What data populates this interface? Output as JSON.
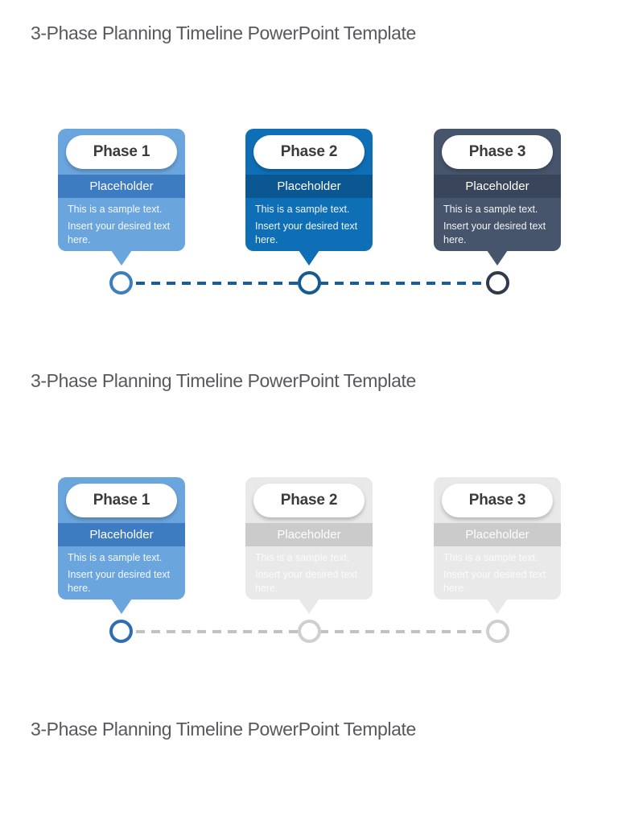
{
  "document": {
    "kind": "powerpoint-template-preview",
    "background": "#ffffff"
  },
  "colors": {
    "title_text": "#58595b",
    "phase1_body": "#6BA5DD",
    "phase1_band": "#3D7CC0",
    "phase2_body": "#0E6FB7",
    "phase2_band": "#0B5791",
    "phase3_body": "#47556C",
    "phase3_band": "#39455A",
    "inactive_card_body": "#E9E9E9",
    "inactive_card_band": "#CBCBCB",
    "timeline_dash_active": "#1A5C98",
    "timeline_dash_inactive": "#C2C2C2",
    "node1_border": "#3E7EBE",
    "node2_border": "#165A92",
    "node3_border": "#2F3A4C",
    "node_highlight_border": "#2E6DB4",
    "node_inactive_border": "#CFCFCF",
    "phase_label_text": "#3b3b3b",
    "card_text": "#ffffff"
  },
  "slides": [
    {
      "title": "3-Phase Planning Timeline PowerPoint Template",
      "phases": [
        {
          "label": "Phase 1",
          "band": "Placeholder",
          "body_line1": "This is a sample text.",
          "body_line2": "Insert your desired text here.",
          "state": "active"
        },
        {
          "label": "Phase 2",
          "band": "Placeholder",
          "body_line1": "This is a sample text.",
          "body_line2": "Insert your desired text here.",
          "state": "active"
        },
        {
          "label": "Phase 3",
          "band": "Placeholder",
          "body_line1": "This is a sample text.",
          "body_line2": "Insert your desired text here.",
          "state": "active"
        }
      ]
    },
    {
      "title": "3-Phase Planning Timeline PowerPoint Template",
      "phases": [
        {
          "label": "Phase 1",
          "band": "Placeholder",
          "body_line1": "This is a sample text.",
          "body_line2": "Insert your desired text here.",
          "state": "highlighted"
        },
        {
          "label": "Phase 2",
          "band": "Placeholder",
          "body_line1": "This is a sample text.",
          "body_line2": "Insert your desired text here.",
          "state": "inactive"
        },
        {
          "label": "Phase 3",
          "band": "Placeholder",
          "body_line1": "This is a sample text.",
          "body_line2": "Insert your desired text here.",
          "state": "inactive"
        }
      ]
    },
    {
      "title": "3-Phase Planning Timeline PowerPoint Template",
      "phases": []
    }
  ]
}
